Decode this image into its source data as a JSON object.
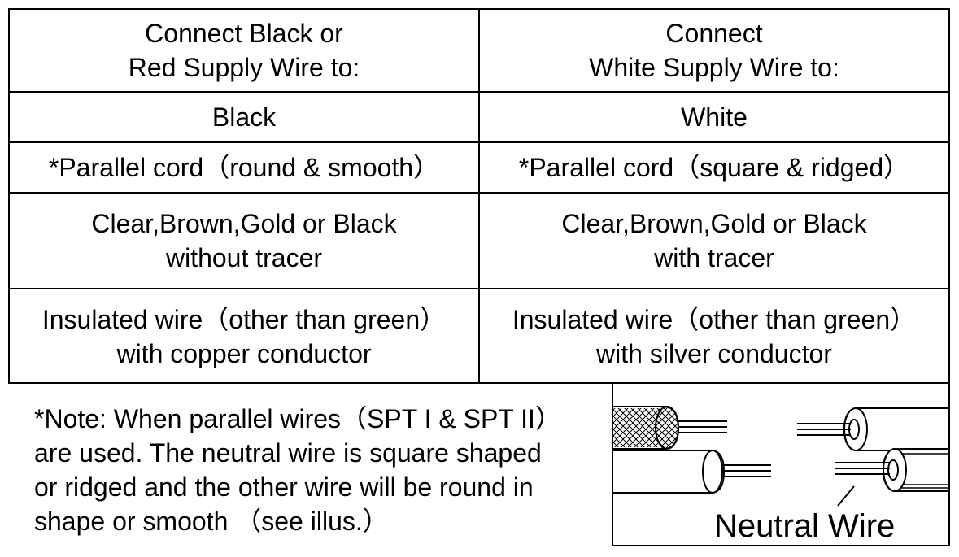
{
  "table": {
    "header": {
      "left": "Connect Black or\nRed Supply Wire to:",
      "right": "Connect\nWhite Supply Wire to:"
    },
    "rows": [
      {
        "left": "Black",
        "right": "White"
      },
      {
        "left": "*Parallel cord（round & smooth）",
        "right": "*Parallel cord（square & ridged）"
      },
      {
        "left": "Clear,Brown,Gold or Black\nwithout tracer",
        "right": "Clear,Brown,Gold or Black\nwith tracer"
      },
      {
        "left": "Insulated wire（other than green）\nwith copper conductor",
        "right": "Insulated wire（other than green）\nwith silver conductor"
      }
    ]
  },
  "note": "*Note: When parallel wires（SPT I & SPT II）\nare used. The neutral wire is square shaped\nor ridged and the other wire will be round in\nshape or smooth （see illus.）",
  "illustration": {
    "label": "Neutral Wire"
  }
}
